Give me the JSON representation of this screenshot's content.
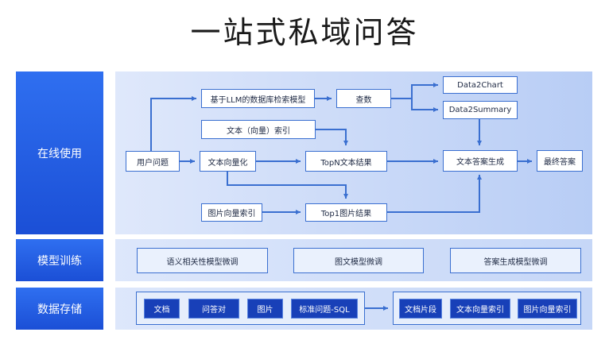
{
  "title": "一站式私域问答",
  "rows": {
    "online": "在线使用",
    "train": "模型训练",
    "storage": "数据存储"
  },
  "online_nodes": {
    "user_question": "用户问题",
    "llm_db_search": "基于LLM的数据库检索模型",
    "query_data": "查数",
    "data2chart": "Data2Chart",
    "data2summary": "Data2Summary",
    "text_vector_index": "文本（向量）索引",
    "text_vectorize": "文本向量化",
    "topn_text_result": "TopN文本结果",
    "text_answer_gen": "文本答案生成",
    "final_answer": "最终答案",
    "image_vector_index": "图片向量索引",
    "top1_image_result": "Top1图片结果"
  },
  "training": {
    "semantic_relevance": "语义相关性模型微调",
    "image_text_model": "图文模型微调",
    "answer_gen_model": "答案生成模型微调"
  },
  "storage": {
    "raw": [
      "文档",
      "问答对",
      "图片",
      "标准问题-SQL"
    ],
    "indexed": [
      "文档片段",
      "文本向量索引",
      "图片向量索引"
    ]
  },
  "colors": {
    "accent": "#3a6fd0",
    "label_bg": "#1b4fd6",
    "store_item_bg": "#1840b8"
  }
}
